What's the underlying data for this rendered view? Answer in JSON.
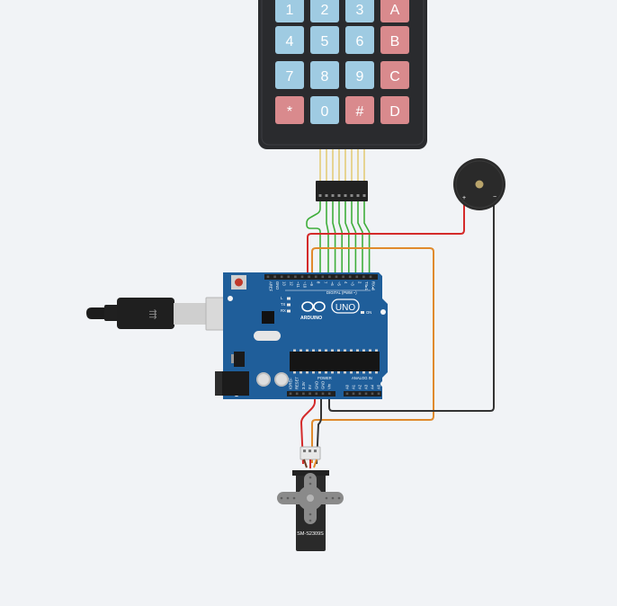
{
  "keypad": {
    "keys": [
      [
        "1",
        "2",
        "3",
        "A"
      ],
      [
        "4",
        "5",
        "6",
        "B"
      ],
      [
        "7",
        "8",
        "9",
        "C"
      ],
      [
        "*",
        "0",
        "#",
        "D"
      ]
    ],
    "colors": {
      "body": "#2a2b2e",
      "digit_key": "#9fcbe2",
      "letter_key": "#d98a8d",
      "key_text": "#ffffff"
    }
  },
  "arduino": {
    "model_label": "UNO",
    "brand_label": "ARDUINO",
    "digital_label": "DIGITAL (PWM ~)",
    "power_label": "POWER",
    "analog_label": "ANALOG IN",
    "led_labels": [
      "L",
      "TX",
      "RX"
    ],
    "on_label": "ON",
    "power_pins": [
      "IOREF",
      "RESET",
      "3.3V",
      "5V",
      "GND",
      "GND",
      "Vin"
    ],
    "analog_pins": [
      "A0",
      "A1",
      "A2",
      "A3",
      "A4",
      "A5"
    ],
    "digital_pins": [
      "AREF",
      "GND",
      "13",
      "12",
      "~11",
      "~10",
      "~9",
      "8",
      "7",
      "~6",
      "~5",
      "4",
      "~3",
      "2",
      "TX▸1",
      "RX◂0"
    ],
    "colors": {
      "board": "#1f5e9a",
      "header": "#202020"
    }
  },
  "servo": {
    "label": "SM-S2309S",
    "colors": {
      "body": "#2a2a2a",
      "horn": "#8a8a8a"
    }
  },
  "buzzer": {
    "plus_label": "+",
    "minus_label": "−",
    "colors": {
      "body": "#2a2a2a",
      "center": "#b9a46b"
    }
  },
  "wires": {
    "colors": {
      "keypad_signal": "#3fae3b",
      "buzzer_signal": "#d42a2a",
      "servo_signal": "#e08a2c",
      "ground": "#333333",
      "servo_power": "#d42a2a"
    }
  }
}
